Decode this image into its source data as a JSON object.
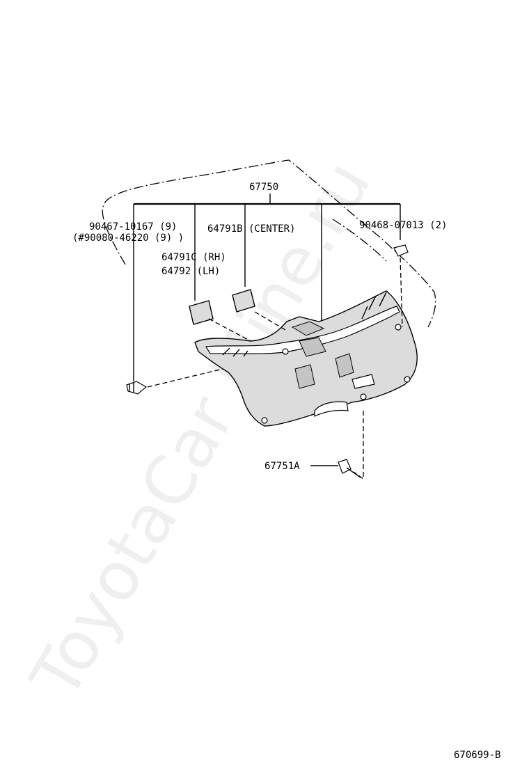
{
  "diagram": {
    "watermark": "ToyotaCar Mine.ru",
    "parts": {
      "assembly": "67750",
      "clip_rh_main": "90467-10167 (9)",
      "clip_rh_alt": "(#90080-46220 (9) )",
      "center_cover": "64791B (CENTER)",
      "side_cover_rh": "64791C (RH)",
      "side_cover_lh": "64792   (LH)",
      "clip_lh": "90468-07013 (2)",
      "screw": "67751A"
    },
    "figure_code": "670699-B"
  }
}
